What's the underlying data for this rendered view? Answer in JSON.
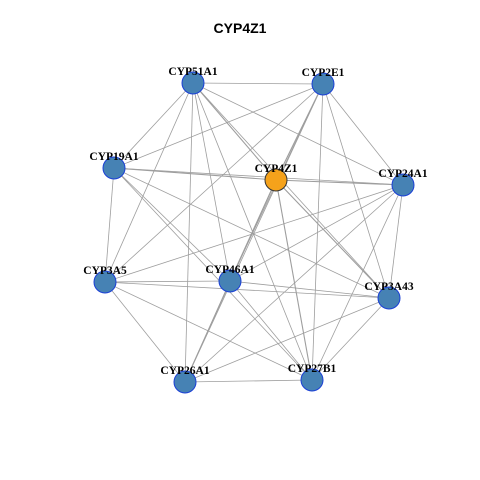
{
  "title": "CYP4Z1",
  "colors": {
    "node_fill": "#4682B4",
    "node_stroke": "#1a3fd6",
    "focus_fill": "#F5A21B",
    "focus_stroke": "#333333",
    "edge": "#9e9e9e",
    "background": "#ffffff"
  },
  "network": {
    "focus_node": "CYP4Z1",
    "nodes": [
      {
        "id": "CYP51A1"
      },
      {
        "id": "CYP2E1"
      },
      {
        "id": "CYP19A1"
      },
      {
        "id": "CYP4Z1"
      },
      {
        "id": "CYP24A1"
      },
      {
        "id": "CYP3A5"
      },
      {
        "id": "CYP46A1"
      },
      {
        "id": "CYP3A43"
      },
      {
        "id": "CYP26A1"
      },
      {
        "id": "CYP27B1"
      }
    ],
    "edges": [
      [
        "CYP51A1",
        "CYP2E1"
      ],
      [
        "CYP51A1",
        "CYP19A1"
      ],
      [
        "CYP51A1",
        "CYP4Z1"
      ],
      [
        "CYP51A1",
        "CYP24A1"
      ],
      [
        "CYP51A1",
        "CYP3A5"
      ],
      [
        "CYP51A1",
        "CYP46A1"
      ],
      [
        "CYP51A1",
        "CYP3A43"
      ],
      [
        "CYP51A1",
        "CYP26A1"
      ],
      [
        "CYP51A1",
        "CYP27B1"
      ],
      [
        "CYP2E1",
        "CYP19A1"
      ],
      [
        "CYP2E1",
        "CYP4Z1"
      ],
      [
        "CYP2E1",
        "CYP24A1"
      ],
      [
        "CYP2E1",
        "CYP3A5"
      ],
      [
        "CYP2E1",
        "CYP46A1"
      ],
      [
        "CYP2E1",
        "CYP3A43"
      ],
      [
        "CYP2E1",
        "CYP26A1"
      ],
      [
        "CYP2E1",
        "CYP27B1"
      ],
      [
        "CYP19A1",
        "CYP4Z1"
      ],
      [
        "CYP19A1",
        "CYP24A1"
      ],
      [
        "CYP19A1",
        "CYP3A5"
      ],
      [
        "CYP19A1",
        "CYP46A1"
      ],
      [
        "CYP19A1",
        "CYP3A43"
      ],
      [
        "CYP19A1",
        "CYP27B1"
      ],
      [
        "CYP4Z1",
        "CYP24A1"
      ],
      [
        "CYP4Z1",
        "CYP46A1"
      ],
      [
        "CYP4Z1",
        "CYP3A43"
      ],
      [
        "CYP4Z1",
        "CYP26A1"
      ],
      [
        "CYP4Z1",
        "CYP27B1"
      ],
      [
        "CYP24A1",
        "CYP3A5"
      ],
      [
        "CYP24A1",
        "CYP46A1"
      ],
      [
        "CYP24A1",
        "CYP3A43"
      ],
      [
        "CYP24A1",
        "CYP26A1"
      ],
      [
        "CYP24A1",
        "CYP27B1"
      ],
      [
        "CYP3A5",
        "CYP46A1"
      ],
      [
        "CYP3A5",
        "CYP3A43"
      ],
      [
        "CYP3A5",
        "CYP26A1"
      ],
      [
        "CYP3A5",
        "CYP27B1"
      ],
      [
        "CYP46A1",
        "CYP3A43"
      ],
      [
        "CYP46A1",
        "CYP26A1"
      ],
      [
        "CYP46A1",
        "CYP27B1"
      ],
      [
        "CYP3A43",
        "CYP26A1"
      ],
      [
        "CYP3A43",
        "CYP27B1"
      ],
      [
        "CYP26A1",
        "CYP27B1"
      ]
    ]
  }
}
